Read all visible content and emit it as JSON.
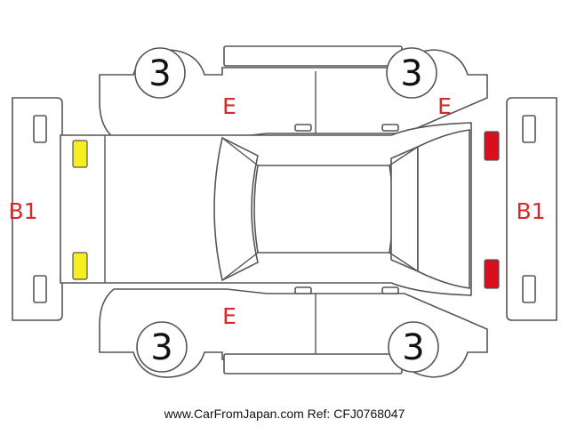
{
  "wheel_marks": {
    "front_left": "3",
    "rear_left": "3",
    "front_right": "3",
    "rear_right": "3"
  },
  "damage_codes": {
    "door_top_front": "E",
    "door_top_rear": "E",
    "door_bottom_front": "E",
    "bumper_front": "B1",
    "bumper_rear": "B1"
  },
  "marker_colors": {
    "front_lights": "#f5ef1f",
    "rear_lights": "#d80f1f"
  },
  "footer": {
    "text": "www.CarFromJapan.com Ref: CFJ0768047"
  }
}
